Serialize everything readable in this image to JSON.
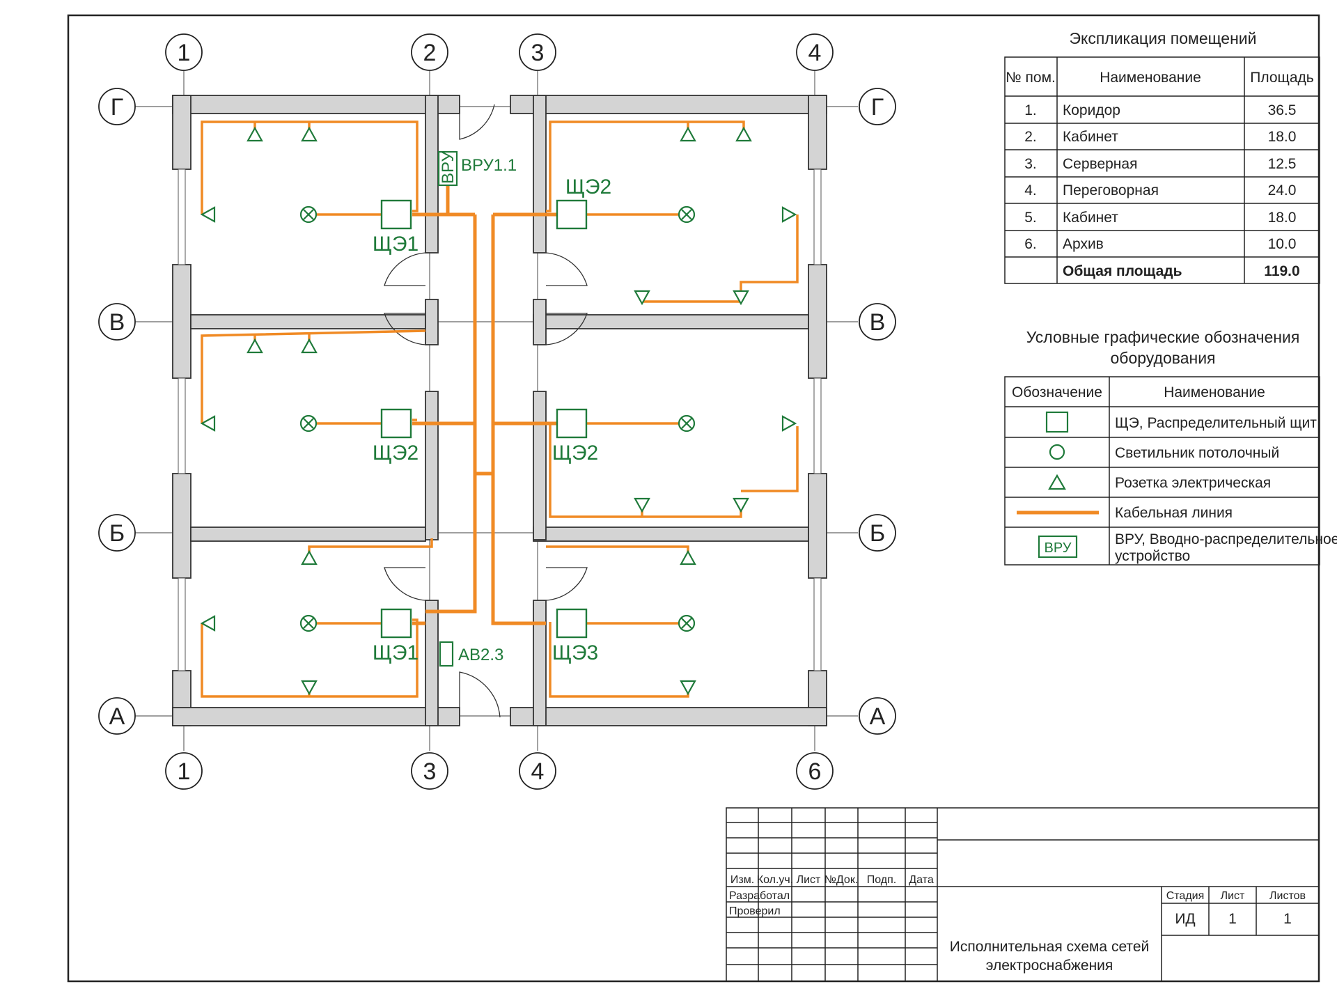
{
  "colors": {
    "wall": "#d4d4d4",
    "wall_stroke": "#333333",
    "cable": "#f08a24",
    "equipment": "#1f7a3a",
    "line": "#222222"
  },
  "grid": {
    "top": [
      "1",
      "2",
      "3",
      "4"
    ],
    "bottom": [
      "1",
      "3",
      "4",
      "6"
    ],
    "left": [
      "Г",
      "В",
      "Б",
      "А"
    ],
    "right": [
      "Г",
      "В",
      "Б",
      "А"
    ]
  },
  "equipment": {
    "vru_box": "ВРУ",
    "vru_label": "ВРУ1.1",
    "av_label": "АВ2.3",
    "panels": [
      "ЩЭ1",
      "ЩЭ2",
      "ЩЭ1",
      "ЩЭ2",
      "ЩЭ2",
      "ЩЭ3"
    ]
  },
  "explication": {
    "title": "Экспликация помещений",
    "headers": [
      "№ пом.",
      "Наименование",
      "Площадь"
    ],
    "rows": [
      {
        "num": "1.",
        "name": "Коридор",
        "area": "36.5"
      },
      {
        "num": "2.",
        "name": "Кабинет",
        "area": "18.0"
      },
      {
        "num": "3.",
        "name": "Серверная",
        "area": "12.5"
      },
      {
        "num": "4.",
        "name": "Переговорная",
        "area": "24.0"
      },
      {
        "num": "5.",
        "name": "Кабинет",
        "area": "18.0"
      },
      {
        "num": "6.",
        "name": "Архив",
        "area": "10.0"
      }
    ],
    "total_label": "Общая площадь",
    "total_value": "119.0"
  },
  "legend": {
    "title_line1": "Условные графические обозначения",
    "title_line2": "оборудования",
    "headers": [
      "Обозначение",
      "Наименование"
    ],
    "rows": [
      {
        "symbol": "square",
        "text": "ЩЭ, Распределительный щит"
      },
      {
        "symbol": "circle",
        "text": "Светильник потолочный"
      },
      {
        "symbol": "triangle",
        "text": "Розетка электрическая"
      },
      {
        "symbol": "cable",
        "text": "Кабельная линия"
      },
      {
        "symbol": "vru",
        "symbol_text": "ВРУ",
        "text": "ВРУ, Вводно-распределительное",
        "text2": "устройство"
      }
    ]
  },
  "title_block": {
    "col_headers": [
      "Изм.",
      "Кол.уч.",
      "Лист",
      "№Док.",
      "Подп.",
      "Дата"
    ],
    "developed": "Разработал",
    "checked": "Проверил",
    "stage_headers": [
      "Стадия",
      "Лист",
      "Листов"
    ],
    "stage_values": [
      "ИД",
      "1",
      "1"
    ],
    "title_line1": "Исполнительная схема сетей",
    "title_line2": "электроснабжения"
  }
}
